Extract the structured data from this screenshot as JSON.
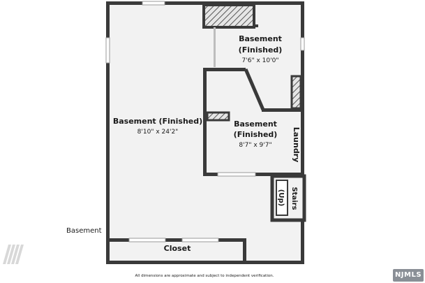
{
  "colors": {
    "wall": "#3a3a3a",
    "floor": "#f2f2f2",
    "paper": "#ffffff",
    "hatch": "#555555",
    "badge_bg": "#8a8f96"
  },
  "rooms": {
    "basement_main": {
      "name": "Basement (Finished)",
      "dims": "8'10\" x 24'2\""
    },
    "basement_top_right": {
      "name_line1": "Basement",
      "name_line2": "(Finished)",
      "dims": "7'6\" x 10'0\""
    },
    "basement_mid_right": {
      "name_line1": "Basement",
      "name_line2": "(Finished)",
      "dims": "8'7\" x 9'7\""
    },
    "laundry": {
      "name": "Laundry"
    },
    "stairs": {
      "name_line1": "Stairs",
      "name_line2": "(Up)"
    },
    "closet": {
      "name": "Closet"
    }
  },
  "floor_label": "Basement",
  "footer_note": "All dimensions are approximate and subject to independent verification.",
  "badge_text": "NJMLS"
}
